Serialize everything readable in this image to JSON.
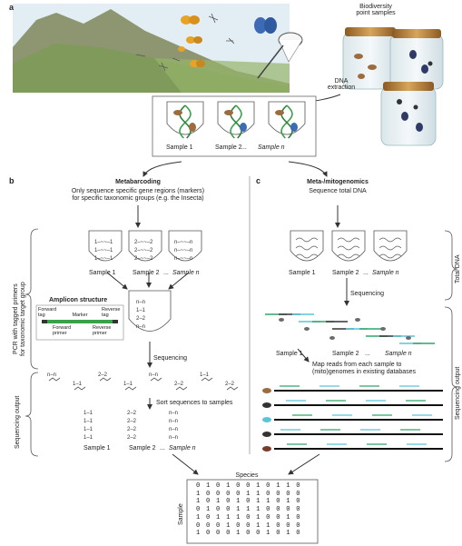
{
  "panel_labels": {
    "a": "a",
    "b": "b",
    "c": "c"
  },
  "panel_a": {
    "biodiversity_label": "Biodiversity\npoint samples",
    "dna_extraction_label": "DNA\nextraction",
    "samples": [
      "Sample 1",
      "Sample 2",
      "Sample n"
    ],
    "ellipsis": "..."
  },
  "panel_b": {
    "title": "Metabarcoding",
    "subtitle": "Only sequence specific gene regions (markers)\nfor specific taxonomic groups (e.g. the Insecta)",
    "side_label_pcr": "PCR with tagged primers\nfor taxonomic target group",
    "side_label_output": "Sequencing output",
    "samples": [
      "Sample 1",
      "Sample 2",
      "Sample n"
    ],
    "ellipsis": "...",
    "amplicon": {
      "title": "Amplicon structure",
      "forward_tag": "Forward\ntag",
      "reverse_tag": "Reverse\ntag",
      "marker": "Marker",
      "forward_primer": "Forward\nprimer",
      "reverse_primer": "Reverse\nprimer"
    },
    "sequencing_label": "Sequencing",
    "sort_label": "Sort sequences to samples"
  },
  "panel_c": {
    "title": "Meta-/mitogenomics",
    "subtitle": "Sequence total DNA",
    "side_label_total": "Total DNA",
    "side_label_output": "Sequencing output",
    "samples": [
      "Sample 1",
      "Sample 2",
      "Sample n"
    ],
    "ellipsis": "...",
    "sequencing_label": "Sequencing",
    "map_label": "Map reads from each sample to\n(mito)genomes in existing databases"
  },
  "matrix": {
    "col_label": "Species",
    "row_label": "Sample",
    "rows": [
      "0 1 0 1 0 0 1 0 1 1 0",
      "1 0 0 0 0 1 1 0 0 0 0",
      "1 0 1 0 1 0 1 1 0 1 0",
      "0 1 0 0 1 1 1 0 0 0 0",
      "1 0 1 1 1 0 1 0 0 1 0",
      "0 0 0 1 0 0 1 1 0 0 0",
      "1 0 0 0 1 0 0 1 0 1 0"
    ]
  },
  "colors": {
    "hill": "#9aa37c",
    "sky": "#cfe3ef",
    "lid": "#b07a3a",
    "green_read": "#33a36b",
    "cyan_read": "#5bc4d8",
    "dark_read": "#333333",
    "marker_green": "#3aa04a"
  }
}
